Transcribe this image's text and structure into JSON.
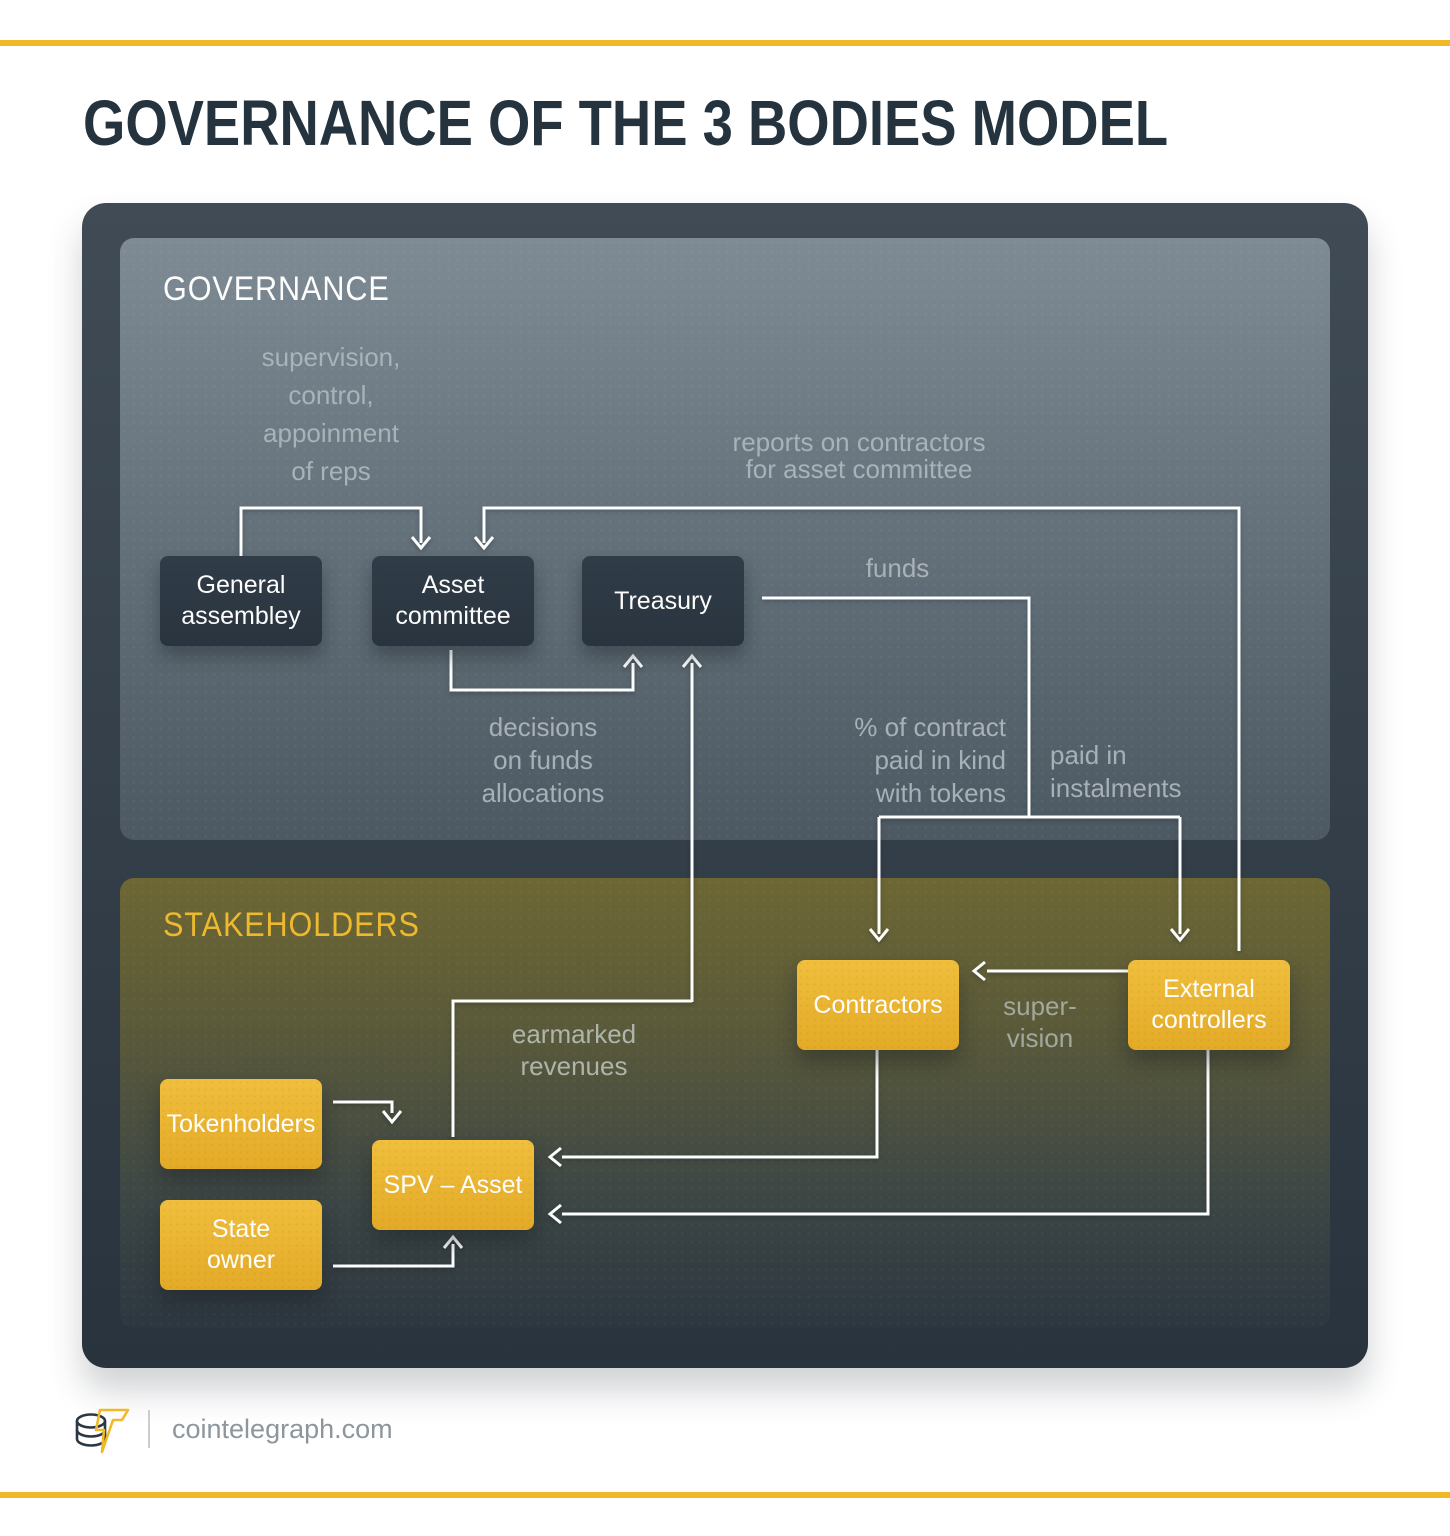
{
  "title": "GOVERNANCE OF THE 3 BODIES MODEL",
  "governance": {
    "heading": "GOVERNANCE",
    "nodes": {
      "general_assembly": [
        "General",
        "assembley"
      ],
      "asset_committee": [
        "Asset",
        "committee"
      ],
      "treasury": [
        "Treasury"
      ]
    }
  },
  "stakeholders": {
    "heading": "STAKEHOLDERS",
    "nodes": {
      "contractors": [
        "Contractors"
      ],
      "external_controllers": [
        "External",
        "controllers"
      ],
      "tokenholders": [
        "Tokenholders"
      ],
      "spv_asset": [
        "SPV – Asset"
      ],
      "state_owner": [
        "State",
        "owner"
      ]
    }
  },
  "edge_labels": {
    "supervision": [
      "supervision,",
      "control,",
      "appoinment",
      "of reps"
    ],
    "reports": [
      "reports on contractors",
      "for asset committee"
    ],
    "funds": "funds",
    "decisions": [
      "decisions",
      "on funds",
      "allocations"
    ],
    "pct_contract": [
      "% of contract",
      "paid in kind",
      "with tokens"
    ],
    "paid_instalments": [
      "paid in",
      "instalments"
    ],
    "earmarked": [
      "earmarked",
      "revenues"
    ],
    "supervision_2": [
      "super-",
      "vision"
    ]
  },
  "footer": {
    "site": "cointelegraph.com",
    "logo": "cointelegraph-logo"
  },
  "colors": {
    "accent_yellow": "#f0b929",
    "node_yellow": "#e9b530",
    "node_dark": "#2d3944",
    "governance_panel_top": "#7e8b94",
    "stakeholders_panel_top": "#6d6734",
    "label_gray": "#aeb8be",
    "title_dark": "#24333e",
    "stakeholders_heading_yellow": "#edb92f"
  }
}
